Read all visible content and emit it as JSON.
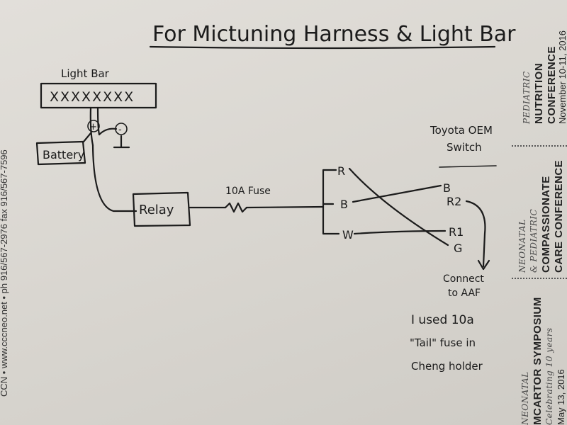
{
  "title": "For Mictuning Harness & Light Bar",
  "light_bar": {
    "label": "Light Bar",
    "marks": "XXXXXXXX"
  },
  "battery": {
    "label": "Battery",
    "positive": "+",
    "ground": "-"
  },
  "relay": {
    "label": "Relay"
  },
  "fuse": {
    "label": "10A Fuse"
  },
  "harness_pins": {
    "r": "R",
    "b": "B",
    "w": "W"
  },
  "switch": {
    "label_line1": "Toyota OEM",
    "label_line2": "Switch",
    "pins": {
      "b": "B",
      "r2": "R2",
      "r1": "R1",
      "g": "G"
    }
  },
  "connect_note": {
    "line1": "Connect",
    "line2": "to AAF"
  },
  "fuse_note": {
    "line1": "I used 10a",
    "line2": "\"Tail\" fuse in",
    "line3": "Cheng holder"
  },
  "left_margin_text": "CCN • www.cccneo.net • ph 916/567-2976 fax 916/567-7596",
  "pad_right": {
    "conf1": {
      "line1": "PEDIATRIC",
      "line2": "NUTRITION",
      "line3": "CONFERENCE",
      "line4": "November 10-11, 2016"
    },
    "conf2": {
      "line1": "NEONATAL",
      "line2": "& PEDIATRIC",
      "line3": "COMPASSIONATE",
      "line4": "CARE CONFERENCE"
    },
    "conf3": {
      "line1": "NEONATAL",
      "line2": "MCARTOR SYMPOSIUM",
      "line3": "Celebrating 10 years",
      "line4": "May 13, 2016"
    }
  }
}
